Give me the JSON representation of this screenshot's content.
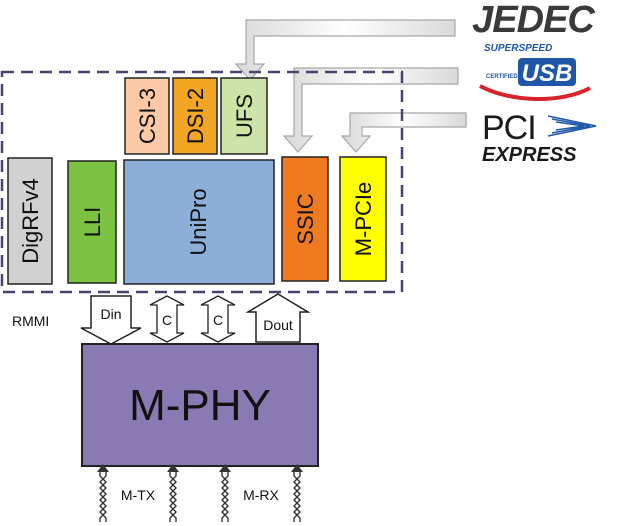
{
  "logos": {
    "jedec": "JEDEC",
    "usb_top": "SUPERSPEED",
    "usb_certified": "CERTIFIED",
    "usb_main": "USB",
    "pci_top": "PCI",
    "pci_bottom": "EXPRESS"
  },
  "blocks": {
    "csi3": "CSI-3",
    "dsi2": "DSI-2",
    "ufs": "UFS",
    "digrf": "DigRFv4",
    "lli": "LLI",
    "unipro": "UniPro",
    "ssic": "SSIC",
    "mpcie": "M-PCIe"
  },
  "interface": {
    "rmmi": "RMMI",
    "din": "Din",
    "c1": "C",
    "c2": "C",
    "dout": "Dout"
  },
  "phy": {
    "title": "M-PHY",
    "tx": "M-TX",
    "rx": "M-RX"
  },
  "colors": {
    "csi": "#fbc9a6",
    "dsi": "#f2a624",
    "ufs": "#cde4a6",
    "digrf": "#d1d1d1",
    "lli": "#7cc242",
    "unipro": "#8caed8",
    "ssic": "#f07a20",
    "mpcie": "#ffff00",
    "mphy": "#8a7ab4",
    "dashed": "#4a4370",
    "jedec": "#3a3a3a",
    "usb_blue": "#1f56a8",
    "usb_red": "#d8232a"
  }
}
